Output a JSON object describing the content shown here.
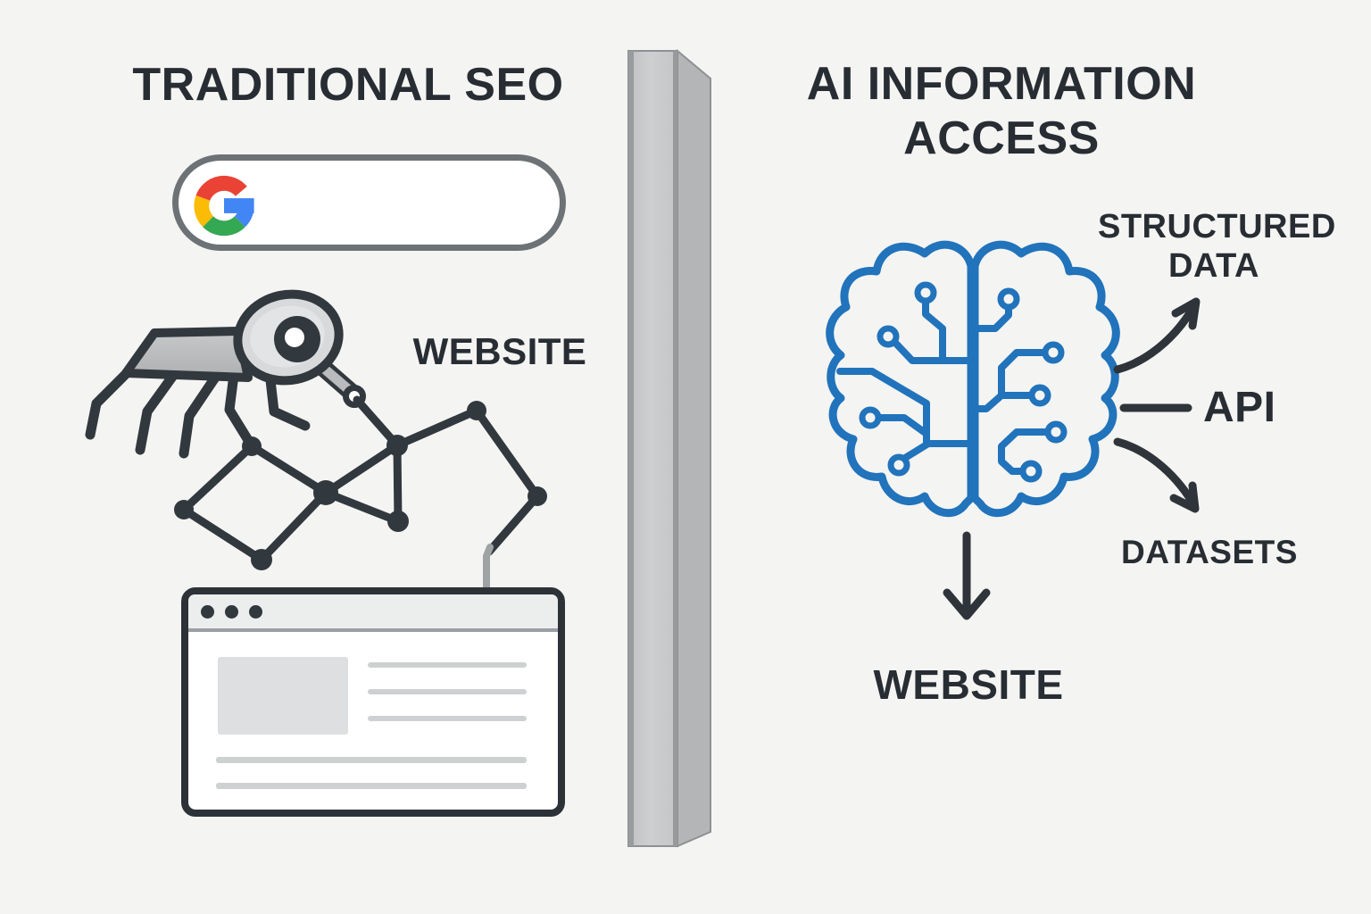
{
  "left_panel": {
    "title": "TRADITIONAL SEO",
    "website_label": "WEBSITE",
    "search_bar": {
      "engine": "Google",
      "query": ""
    },
    "icons": [
      "google-logo",
      "crawler-spider-icon",
      "link-graph",
      "website-window"
    ]
  },
  "divider": {
    "type": "wall"
  },
  "right_panel": {
    "title": "AI INFORMATION ACCESS",
    "outputs": [
      {
        "label": "STRUCTURED DATA"
      },
      {
        "label": "API"
      },
      {
        "label": "DATASETS"
      }
    ],
    "website_label": "WEBSITE",
    "icons": [
      "ai-brain-icon",
      "arrow-up-right",
      "arrow-right-line",
      "arrow-down-right",
      "arrow-down"
    ]
  },
  "colors": {
    "bg": "#f4f4f2",
    "ink": "#31383e",
    "text": "#272d33",
    "brain_blue": "#2173bb",
    "google_red": "#ea4335",
    "google_yellow": "#fbbc05",
    "google_green": "#34a853",
    "google_blue": "#4285f4",
    "wall_front": "#c7c9ca",
    "wall_side": "#b3b5b7",
    "wall_edge": "#8e9193",
    "body_gray": "#b9bbbd",
    "head_gray": "#d8d9da",
    "titlebar_gray": "#eceded",
    "line_gray": "#ced1d1",
    "block_gray": "#dedfe0",
    "connector_gray": "#9fa3a6",
    "search_border": "#6d7276",
    "separator_gray": "#9aa0a4"
  }
}
